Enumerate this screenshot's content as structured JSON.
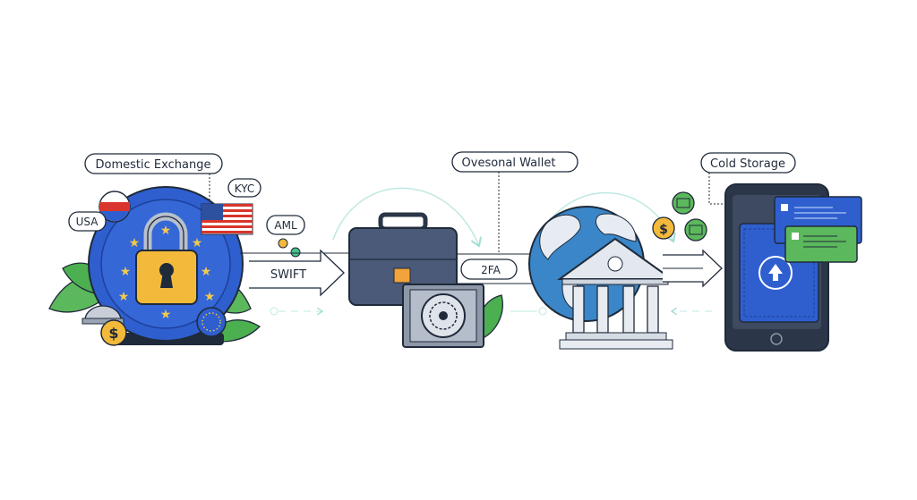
{
  "labels": {
    "domestic_exchange": "Domestic Exchange",
    "kyc": "KYC",
    "usa": "USA",
    "aml": "AML",
    "swift": "SWIFT",
    "two_fa": "2FA",
    "personal_wallet": "Ovesonal Wallet",
    "cold_storage": "Cold Storage"
  },
  "icons": [
    "padlock-icon",
    "us-flag-icon",
    "flag-circle-icon",
    "eu-coin-icon",
    "dollar-coin-icon",
    "briefcase-icon",
    "vault-icon",
    "globe-icon",
    "bank-icon",
    "envelope-coin-icon",
    "smartphone-icon",
    "wallet-icon",
    "card-icon",
    "leaf-icon"
  ],
  "colors": {
    "blue": "#2f5fcf",
    "gold": "#f2b93b",
    "green": "#4caf50",
    "dark": "#2b3648",
    "teal": "#9fdcd4"
  }
}
